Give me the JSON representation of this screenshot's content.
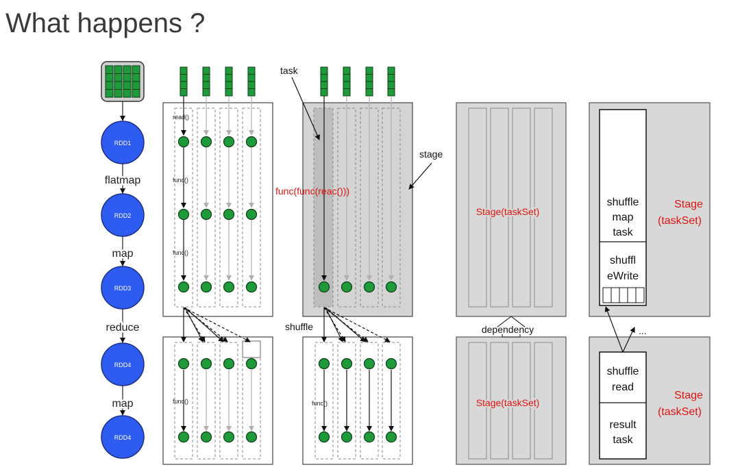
{
  "title": "What happens ?",
  "lineage": {
    "rdds": [
      "RDD1",
      "RDD2",
      "RDD3",
      "RDD4",
      "RDD4"
    ],
    "ops": [
      "flatmap",
      "map",
      "reduce",
      "map"
    ]
  },
  "panel1": {
    "read_label": "read()",
    "func_label_1": "func()",
    "func_label_2": "func()",
    "func_label_3": "func()"
  },
  "panel2": {
    "task_label": "task",
    "stage_label": "stage",
    "func_chain": "func(func(reac()))",
    "shuffle_label": "shuffle",
    "func_label": "func()"
  },
  "panel3": {
    "stage_top": "Stage(taskSet)",
    "dependency": "dependency",
    "stage_bottom": "Stage(taskSet)"
  },
  "panel4": {
    "top_box": [
      "shuffle",
      "map",
      "task"
    ],
    "write_box": [
      "shuffl",
      "eWrite"
    ],
    "stage_top": [
      "Stage",
      "(taskSet)"
    ],
    "ellipsis": "...",
    "read_box": [
      "shuffle",
      "read"
    ],
    "result_box": [
      "result",
      "task"
    ],
    "stage_bottom": [
      "Stage",
      "(taskSet)"
    ]
  },
  "colors": {
    "rdd_fill": "#2f5cf0",
    "node_fill": "#1f9a3a",
    "stage_fill": "#d8d8d8",
    "highlight": "#e0140f"
  }
}
